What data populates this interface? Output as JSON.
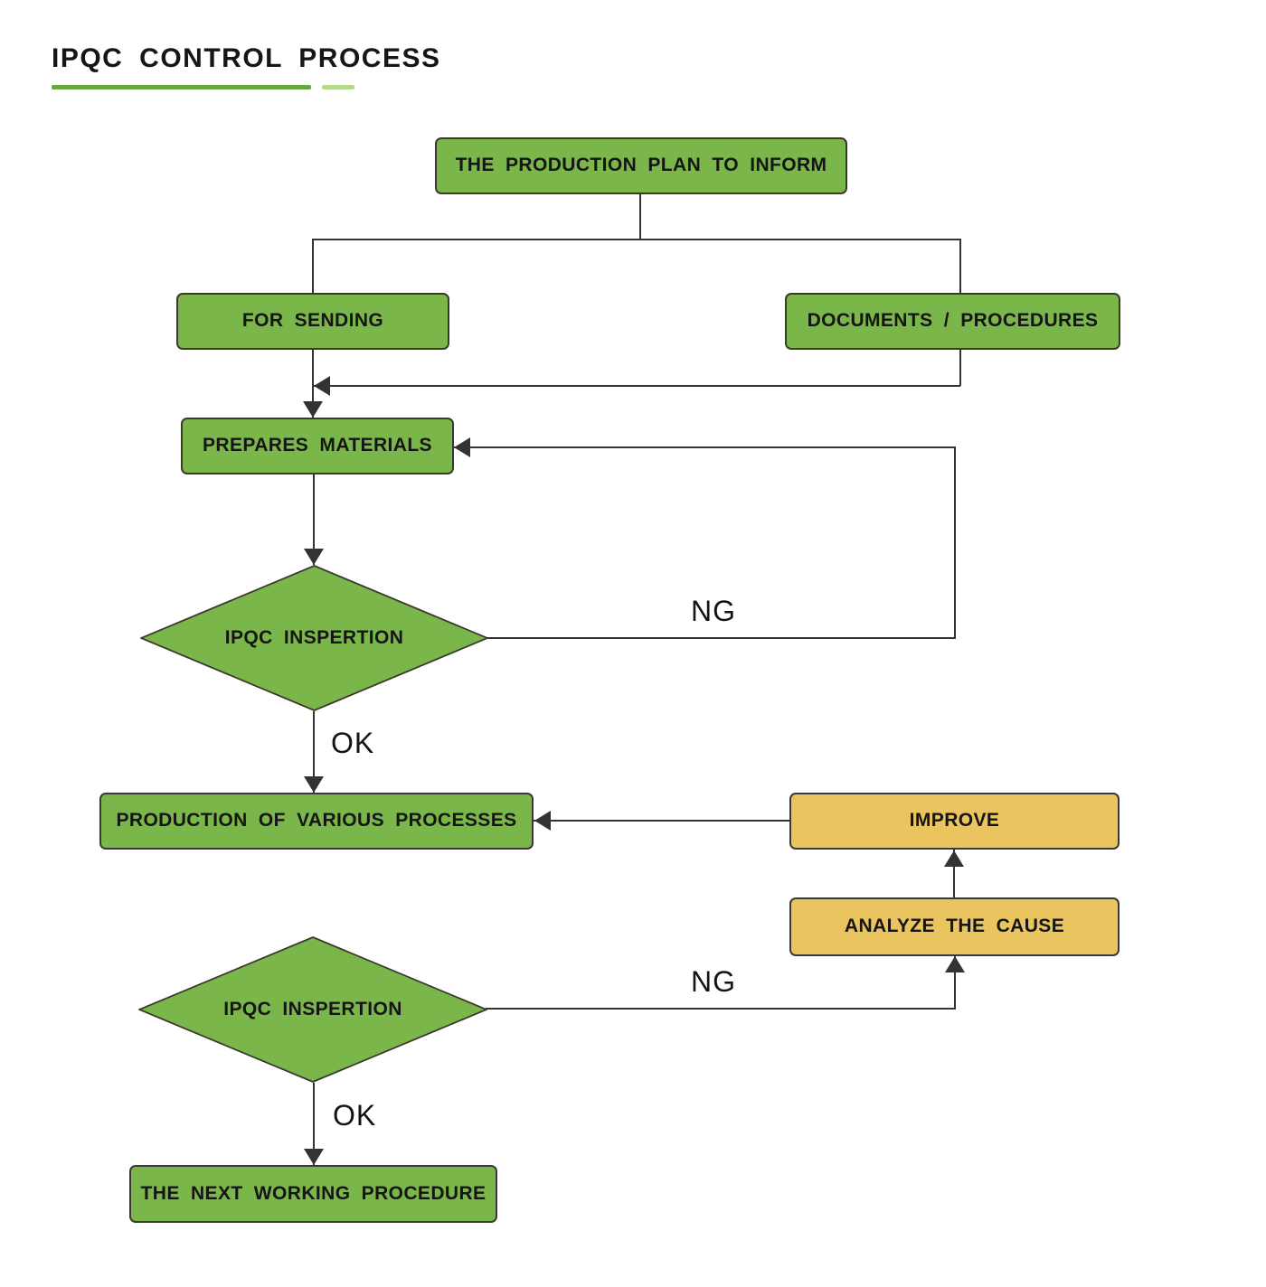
{
  "header": {
    "title": "IPQC CONTROL PROCESS"
  },
  "colors": {
    "green": "#7ab64a",
    "yellow": "#e9c45f",
    "border": "#3a3a2e",
    "line": "#333333",
    "underline_dark": "#68a73d",
    "underline_light": "#b3d98a"
  },
  "nodes": {
    "inform": {
      "label": "THE PRODUCTION PLAN TO INFORM",
      "shape": "rect",
      "color": "green"
    },
    "sending": {
      "label": "FOR SENDING",
      "shape": "rect",
      "color": "green"
    },
    "documents": {
      "label": "DOCUMENTS / PROCEDURES",
      "shape": "rect",
      "color": "green"
    },
    "prepares": {
      "label": "PREPARES MATERIALS",
      "shape": "rect",
      "color": "green"
    },
    "inspection1": {
      "label": "IPQC INSPERTION",
      "shape": "diamond",
      "color": "green"
    },
    "production": {
      "label": "PRODUCTION OF VARIOUS PROCESSES",
      "shape": "rect",
      "color": "green"
    },
    "improve": {
      "label": "IMPROVE",
      "shape": "rect",
      "color": "yellow"
    },
    "analyze": {
      "label": "ANALYZE THE CAUSE",
      "shape": "rect",
      "color": "yellow"
    },
    "inspection2": {
      "label": "IPQC INSPERTION",
      "shape": "diamond",
      "color": "green"
    },
    "next": {
      "label": "THE NEXT WORKING PROCEDURE",
      "shape": "rect",
      "color": "green"
    }
  },
  "edge_labels": {
    "ng1": "NG",
    "ok1": "OK",
    "ng2": "NG",
    "ok2": "OK"
  }
}
